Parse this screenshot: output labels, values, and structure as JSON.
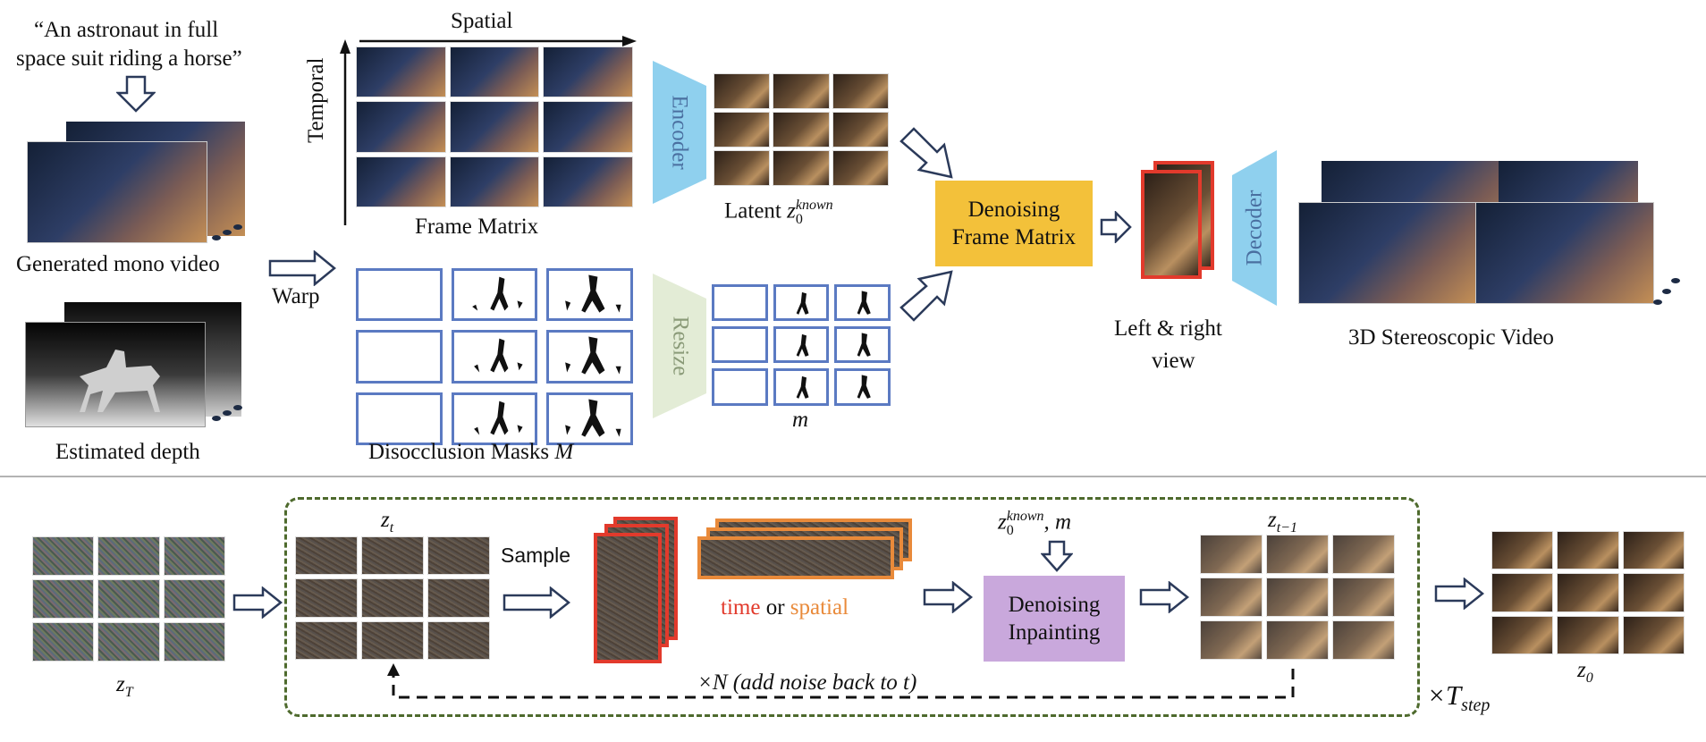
{
  "top": {
    "prompt_line1": "“An astronaut in full",
    "prompt_line2": "space suit riding a horse”",
    "spatial": "Spatial",
    "temporal": "Temporal",
    "generated_mono_video": "Generated mono video",
    "warp": "Warp",
    "estimated_depth": "Estimated depth",
    "frame_matrix": "Frame Matrix",
    "encoder": "Encoder",
    "latent": "Latent ",
    "latent_z": "z",
    "latent_sup": "known",
    "latent_sub": "0",
    "resize": "Resize",
    "disocclusion_masks": "Disocclusion Masks ",
    "disocclusion_M": "M",
    "m_label": "m",
    "denoising_frame_matrix_l1": "Denoising",
    "denoising_frame_matrix_l2": "Frame Matrix",
    "left_right_view_l1": "Left & right",
    "left_right_view_l2": "view",
    "decoder": "Decoder",
    "stereo_video": "3D Stereoscopic Video"
  },
  "bottom": {
    "zT": "z",
    "zT_sub": "T",
    "zt": "z",
    "zt_sub": "t",
    "sample": "Sample",
    "time": "time",
    "or": " or ",
    "spatial": "spatial",
    "z0known_z": "z",
    "z0known_sup": "known",
    "z0known_sub": "0",
    "z0known_m": ", m",
    "denoising_inpainting_l1": "Denoising",
    "denoising_inpainting_l2": "Inpainting",
    "zt1": "z",
    "zt1_sub": "t−1",
    "xN": "×N (add noise back to t)",
    "z0": "z",
    "z0_sub": "0",
    "xTstep": "×T",
    "xTstep_sub": "step"
  },
  "colors": {
    "encoder_blue": "#8fd0ee",
    "resize_green": "#e3ecd6",
    "denoise_orange": "#f3c13a",
    "inpaint_purple": "#c9a8dc",
    "mask_blue": "#5b7ac2",
    "red_stack": "#e23a2c",
    "orange_stack": "#e98a3a",
    "dashed_green": "#4e6a2d",
    "arrow_navy": "#2b3a5a"
  }
}
